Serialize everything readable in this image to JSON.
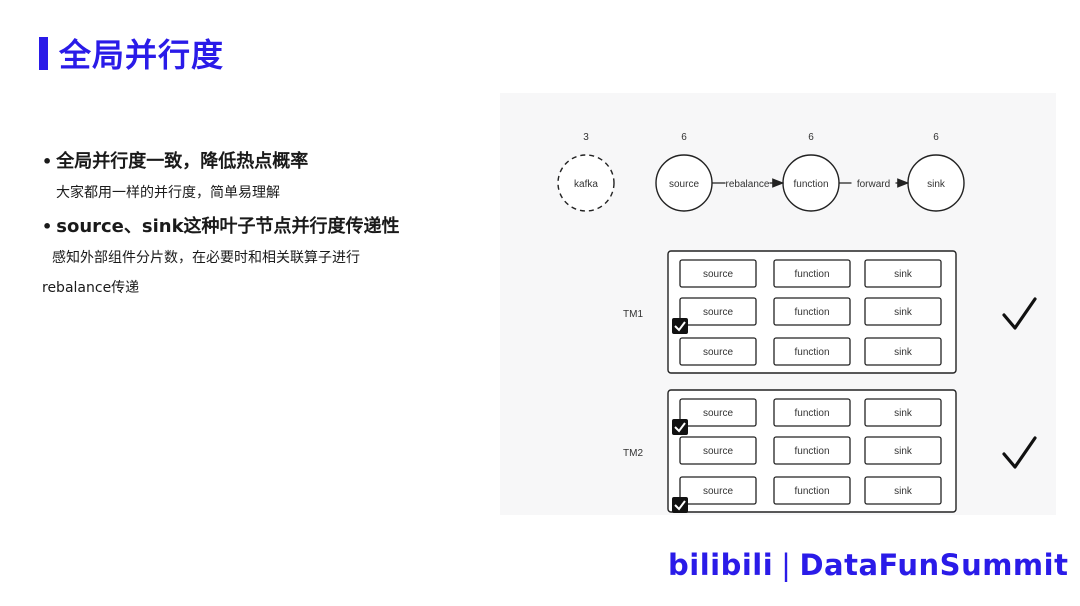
{
  "slide": {
    "title": "全局并行度",
    "bullets": [
      {
        "dot": "•",
        "heading": "全局并行度一致，降低热点概率",
        "sub": [
          "大家都用一样的并行度，简单易理解"
        ]
      },
      {
        "dot": "•",
        "heading": "source、sink这种叶子节点并行度传递性",
        "sub": [
          "感知外部组件分片数，在必要时和相关联算子进行",
          "rebalance传递"
        ]
      }
    ]
  },
  "diagram": {
    "nodes": [
      {
        "name": "kafka",
        "parallelism": "3",
        "dashed": true
      },
      {
        "name": "source",
        "parallelism": "6",
        "dashed": false
      },
      {
        "name": "function",
        "parallelism": "6",
        "dashed": false
      },
      {
        "name": "sink",
        "parallelism": "6",
        "dashed": false
      }
    ],
    "edges": [
      {
        "label": "rebalance"
      },
      {
        "label": "forward"
      }
    ],
    "task_managers": [
      {
        "label": "TM1",
        "rows": [
          {
            "cells": [
              "source",
              "function",
              "sink"
            ],
            "checked": false
          },
          {
            "cells": [
              "source",
              "function",
              "sink"
            ],
            "checked": true
          },
          {
            "cells": [
              "source",
              "function",
              "sink"
            ],
            "checked": false
          }
        ],
        "status_mark": "✓"
      },
      {
        "label": "TM2",
        "rows": [
          {
            "cells": [
              "source",
              "function",
              "sink"
            ],
            "checked": true
          },
          {
            "cells": [
              "source",
              "function",
              "sink"
            ],
            "checked": false
          },
          {
            "cells": [
              "source",
              "function",
              "sink"
            ],
            "checked": true
          }
        ],
        "status_mark": "✓"
      }
    ]
  },
  "footer": {
    "brand_left": "bilibili",
    "separator": "|",
    "brand_right": "DataFunSummit"
  },
  "colors": {
    "accent": "#2a1be8",
    "panel_bg": "#f7f7f8",
    "ink": "#1a1a1a"
  }
}
